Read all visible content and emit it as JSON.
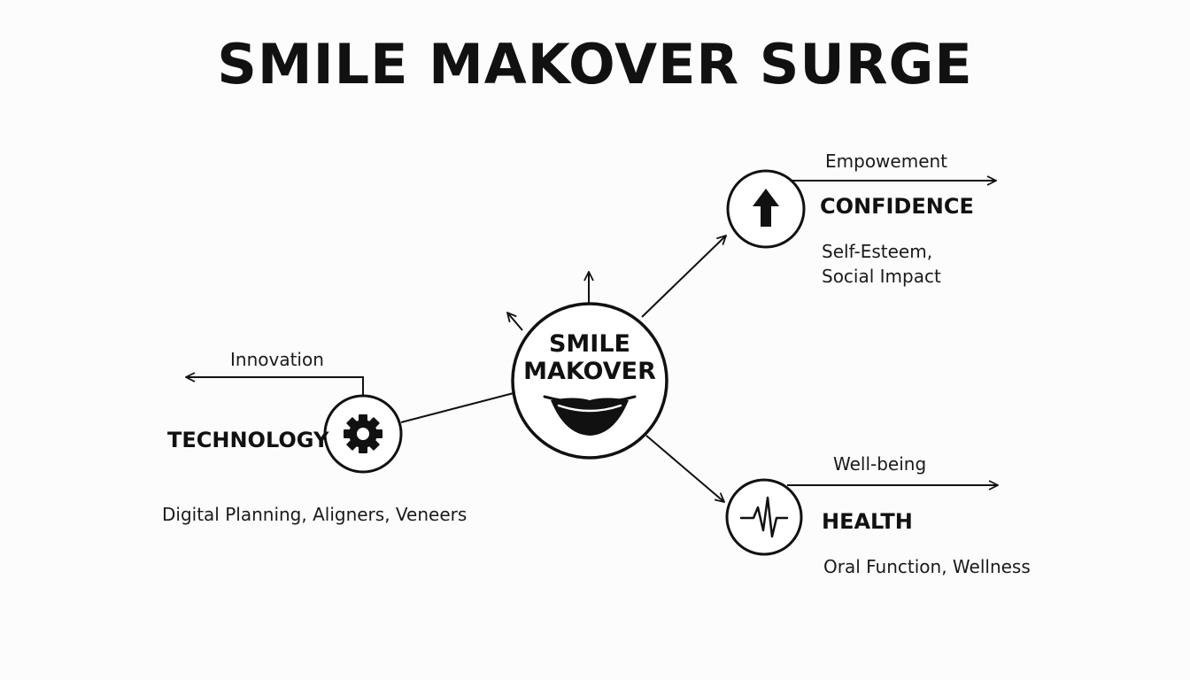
{
  "title": "SMILE MAKOVER SURGE",
  "hub": {
    "line1": "SMILE",
    "line2": "MAKOVER",
    "icon": "smile-lips-icon"
  },
  "nodes": {
    "confidence": {
      "title": "CONFIDENCE",
      "flow_label": "Empowement",
      "details_line1": "Self-Esteem,",
      "details_line2": "Social Impact",
      "icon": "up-arrow-icon"
    },
    "technology": {
      "title": "TECHNOLOGY",
      "flow_label": "Innovation",
      "details": "Digital Planning, Aligners, Veneers",
      "icon": "gear-icon"
    },
    "health": {
      "title": "HEALTH",
      "flow_label": "Well-being",
      "details": "Oral Function, Wellness",
      "icon": "heartbeat-icon"
    }
  },
  "colors": {
    "ink": "#111111",
    "background": "#fcfcfc"
  }
}
